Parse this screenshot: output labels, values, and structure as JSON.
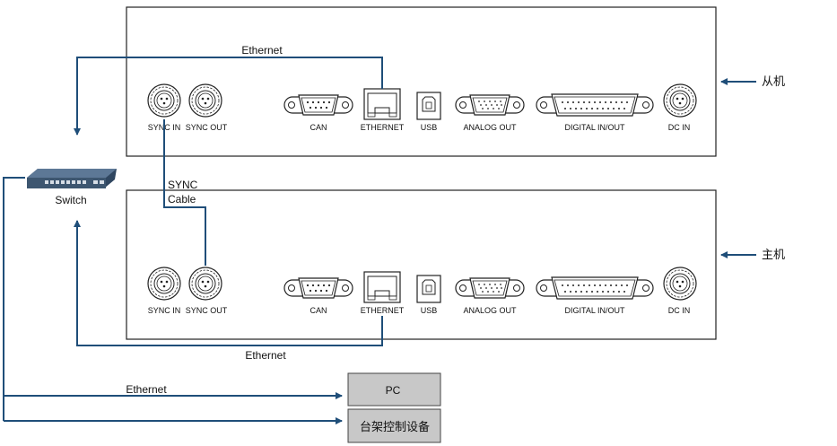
{
  "units": {
    "slave": {
      "role_label": "从机",
      "ports": {
        "sync_in": "SYNC IN",
        "sync_out": "SYNC OUT",
        "can": "CAN",
        "ethernet": "ETHERNET",
        "usb": "USB",
        "analog_out": "ANALOG OUT",
        "digital_io": "DIGITAL IN/OUT",
        "dc_in": "DC IN"
      }
    },
    "master": {
      "role_label": "主机",
      "ports": {
        "sync_in": "SYNC IN",
        "sync_out": "SYNC OUT",
        "can": "CAN",
        "ethernet": "ETHERNET",
        "usb": "USB",
        "analog_out": "ANALOG OUT",
        "digital_io": "DIGITAL IN/OUT",
        "dc_in": "DC IN"
      }
    }
  },
  "switch": {
    "label": "Switch"
  },
  "cables": {
    "ethernet_top": "Ethernet",
    "ethernet_bottom": "Ethernet",
    "ethernet_pc": "Ethernet",
    "sync_cable": [
      "SYNC",
      "Cable"
    ]
  },
  "devices": {
    "pc": "PC",
    "stand": "台架控制设备"
  },
  "colors": {
    "wire": "#1f4e79",
    "box_fill": "#c8c8c8",
    "switch_body": "#3d5670"
  }
}
